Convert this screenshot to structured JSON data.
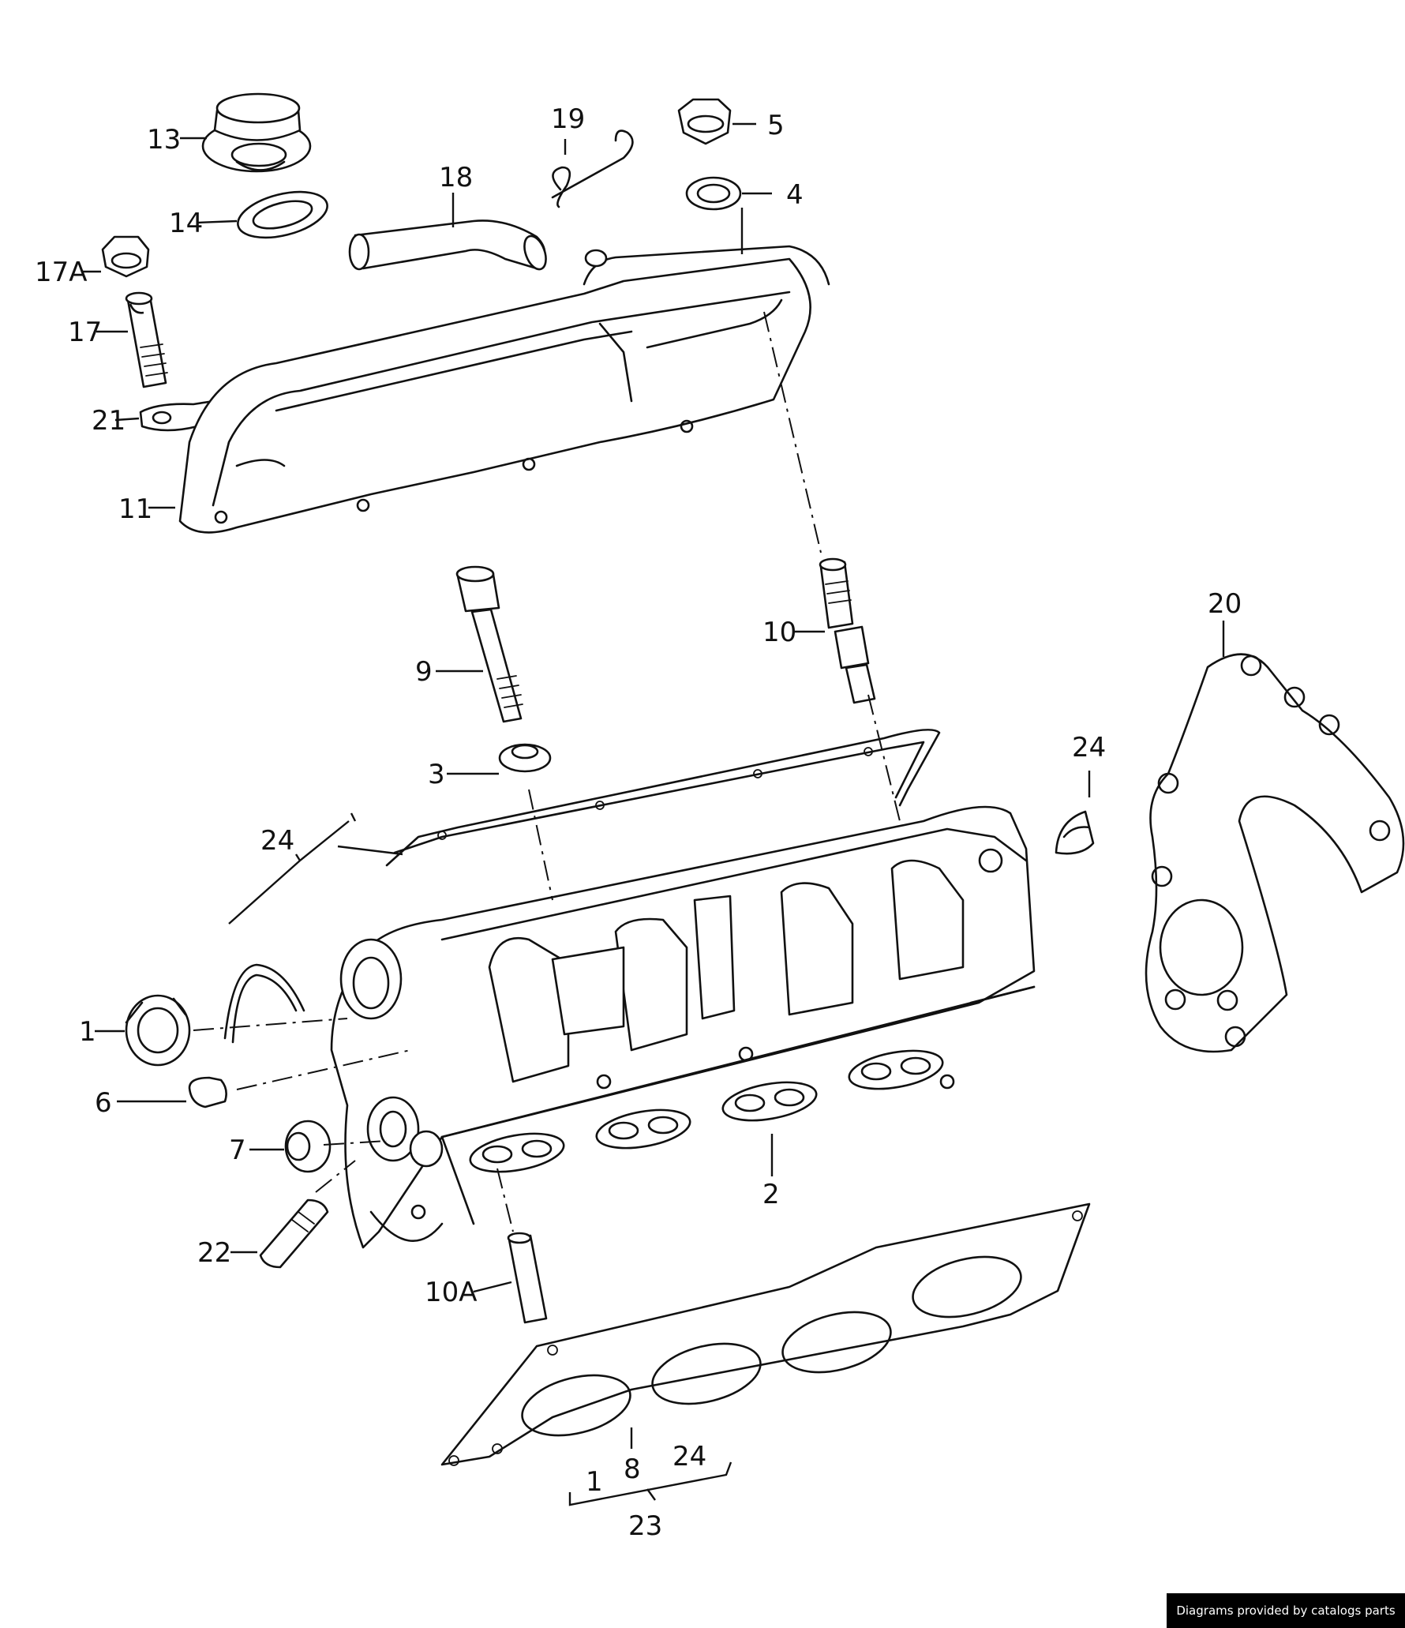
{
  "diagram": {
    "labels": {
      "p13": "13",
      "p14": "14",
      "p17a": "17A",
      "p17": "17",
      "p21": "21",
      "p11": "11",
      "p19": "19",
      "p18": "18",
      "p5": "5",
      "p4": "4",
      "p9": "9",
      "p10": "10",
      "p3": "3",
      "p24a": "24",
      "p24b": "24",
      "p20": "20",
      "p1": "1",
      "p6": "6",
      "p7": "7",
      "p22": "22",
      "p2": "2",
      "p10a": "10A",
      "g1": "1",
      "g8": "8",
      "g24": "24",
      "p23": "23"
    }
  },
  "footer": {
    "credit": "Diagrams provided by catalogs parts"
  }
}
